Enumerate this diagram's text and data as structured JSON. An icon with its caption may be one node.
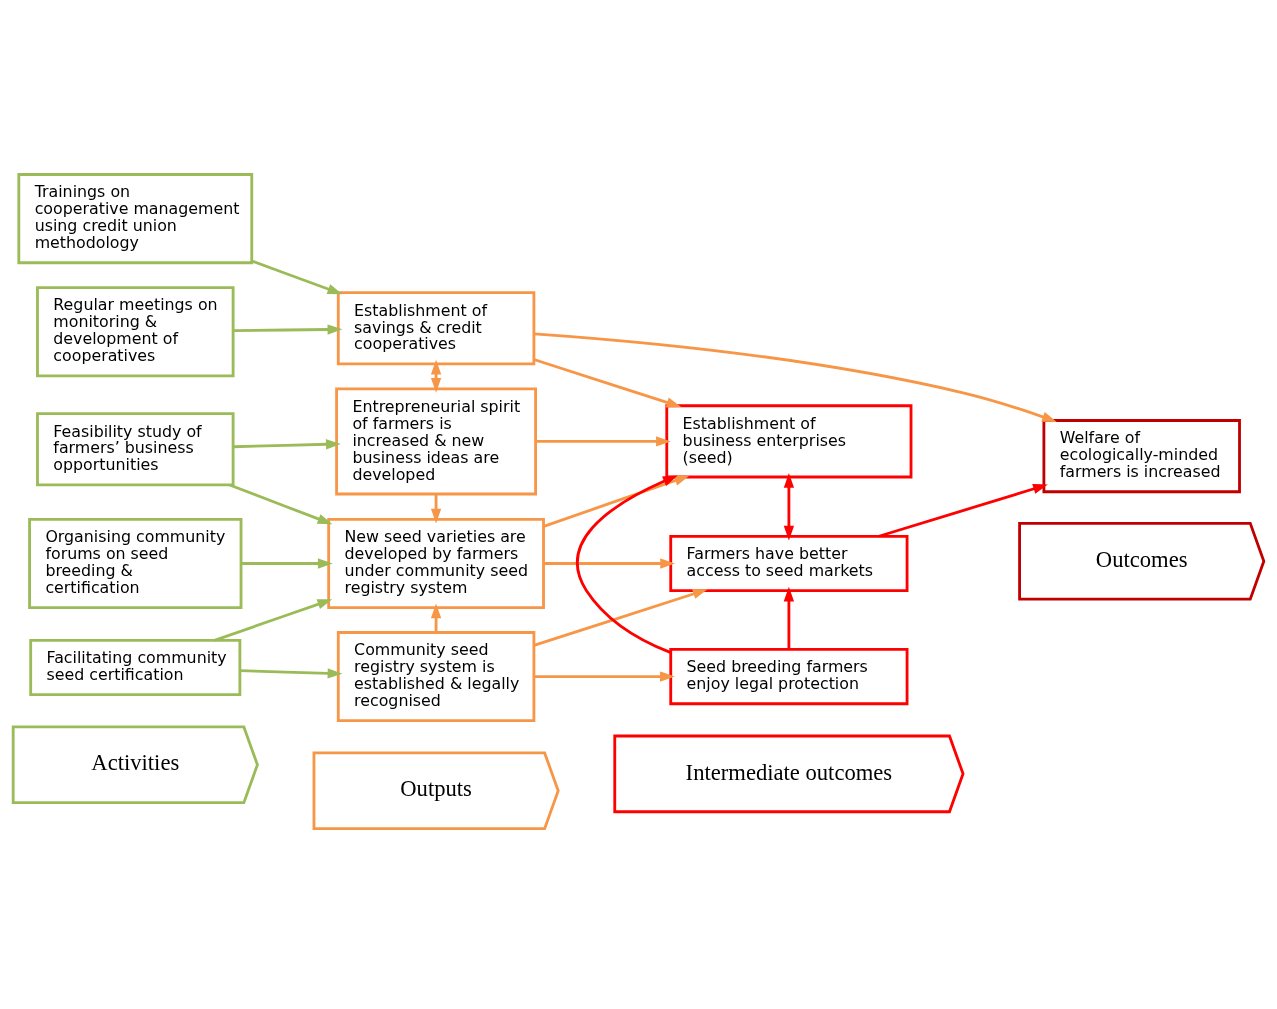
{
  "diagram": {
    "nodes": [
      {
        "text": [
          "Activities"
        ]
      },
      {
        "text": [
          "Outputs"
        ]
      },
      {
        "text": [
          "Intermediate outcomes"
        ]
      },
      {
        "text": [
          "Outcomes"
        ]
      },
      {
        "text": [
          "Trainings on cooperative management using credit union methodology"
        ]
      },
      {
        "text": [
          "Regular meetings on monitoring & development of cooperatives"
        ]
      },
      {
        "text": [
          "Feasibility study of farmers’ business opportunities"
        ]
      },
      {
        "text": [
          "Organising community forums on seed breeding & certification"
        ]
      },
      {
        "text": [
          "Facilitating community seed certification"
        ]
      },
      {
        "text": [
          "Establishment of savings & credit cooperatives"
        ]
      },
      {
        "text": [
          "Entrepreneurial spirit of farmers is increased & new business ideas are developed"
        ]
      },
      {
        "text": [
          "New seed varieties are developed by farmers under community seed registry system"
        ]
      },
      {
        "text": [
          "Community seed registry system is established & legally recognised"
        ]
      },
      {
        "text": [
          "Establishment of business enterprises (seed)"
        ]
      },
      {
        "text": [
          "Seed breeding farmers enjoy legal protection"
        ]
      },
      {
        "text": [
          "Farmers have better access to seed markets"
        ]
      },
      {
        "text": [
          "Welfare of ecologically-minded farmers is increased"
        ]
      }
    ],
    "edges": [
      {
        "from": 4,
        "to": 9,
        "arrow": "to",
        "color": "#9bbb59"
      },
      {
        "from": 5,
        "to": 9,
        "arrow": "to",
        "color": "#9bbb59"
      },
      {
        "from": 6,
        "to": 10,
        "arrow": "to",
        "color": "#9bbb59"
      },
      {
        "from": 6,
        "to": 11,
        "arrow": "to",
        "color": "#9bbb59"
      },
      {
        "from": 7,
        "to": 11,
        "arrow": "to",
        "color": "#9bbb59"
      },
      {
        "from": 8,
        "to": 11,
        "arrow": "to",
        "color": "#9bbb59"
      },
      {
        "from": 8,
        "to": 12,
        "arrow": "to",
        "color": "#9bbb59"
      },
      {
        "from": 9,
        "to": 10,
        "arrow": "both"
      },
      {
        "from": 10,
        "to": 11,
        "arrow": "to"
      },
      {
        "from": 12,
        "to": 11,
        "arrow": "to"
      },
      {
        "from": 9,
        "to": 13,
        "arrow": "to"
      },
      {
        "from": 9,
        "to": 16,
        "arrow": "to"
      },
      {
        "from": 10,
        "to": 13,
        "arrow": "to"
      },
      {
        "from": 11,
        "to": 13,
        "arrow": "to"
      },
      {
        "from": 11,
        "to": 15,
        "arrow": "to"
      },
      {
        "from": 12,
        "to": 14,
        "arrow": "to"
      },
      {
        "from": 12,
        "to": 15,
        "arrow": "to"
      },
      {
        "from": 14,
        "to": 13,
        "arrow": "to",
        "color": "#ff0000"
      },
      {
        "from": 14,
        "to": 15,
        "arrow": "to",
        "color": "#ff0000"
      },
      {
        "from": 13,
        "to": 15,
        "arrow": "both",
        "color": "#ff0000"
      },
      {
        "from": 15,
        "to": 16,
        "arrow": "to",
        "color": "#ff0000"
      }
    ]
  }
}
